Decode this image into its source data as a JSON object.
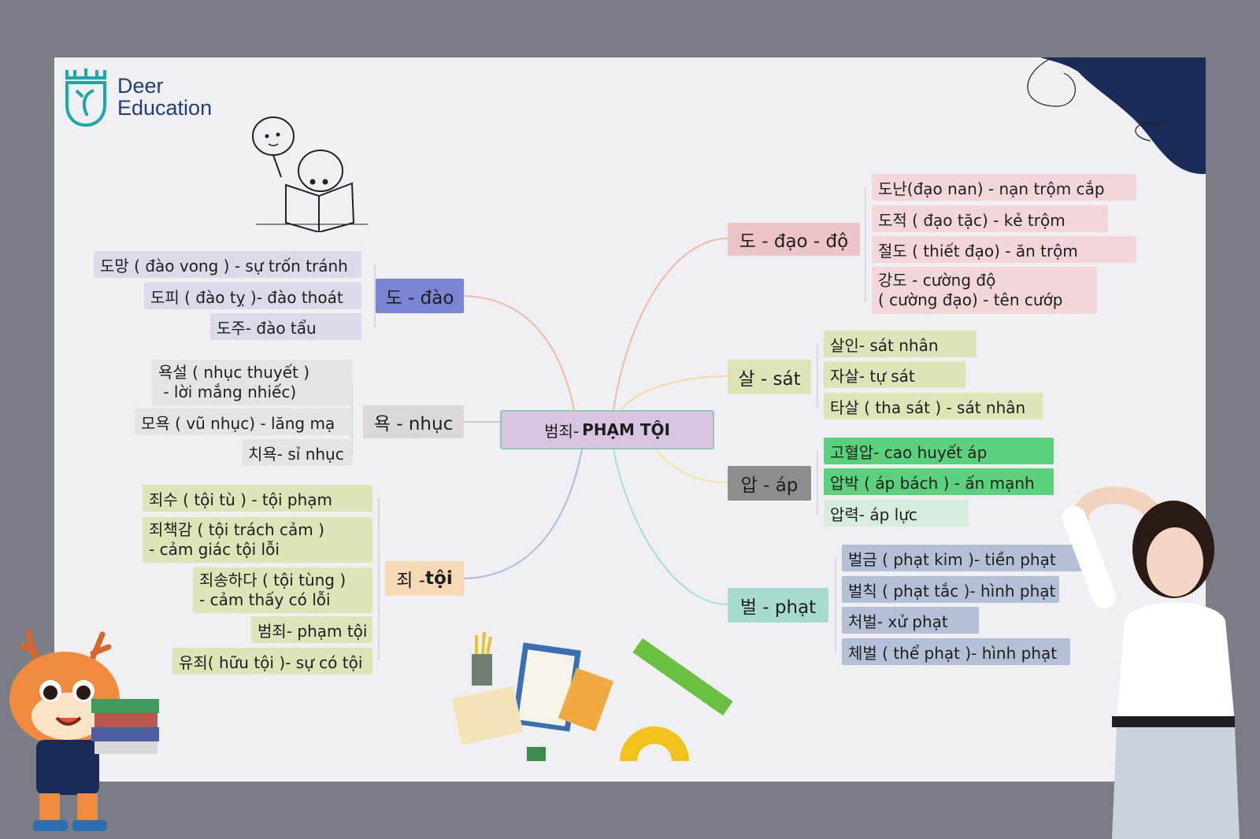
{
  "brand": {
    "line1": "Deer",
    "line2": "Education"
  },
  "center": {
    "korean": "범죄-",
    "viet": "PHẠM TỘI"
  },
  "colors": {
    "dao": "#7c84d4",
    "nhuc": "#dcd6dd",
    "toi": "#f7d9b6",
    "do": "#ecc4c8",
    "sat": "#dde4b8",
    "ap": "#8d8d8d",
    "phat": "#a7dbcf",
    "leaf_green": "#5bd07d",
    "leaf_blue": "#b4c0d6",
    "navy": "#1a2b57"
  },
  "branches": {
    "dao": {
      "label": "도 - đào",
      "items": [
        "도망 ( đào vong ) - sự trốn tránh",
        "도피 ( đào tỵ )- đào thoát",
        "도주- đào tẩu"
      ]
    },
    "nhuc": {
      "label": "욕 -  nhục",
      "items": [
        "욕설 ( nhục thuyết )\n - lời mắng nhiếc)",
        "모욕 ( vũ nhục) - lăng mạ",
        "치욕- sỉ nhục"
      ]
    },
    "toi": {
      "label_ko": "죄 - ",
      "label_vi": "tội",
      "items": [
        "죄수 (  tội tù ) - tội phạm",
        "죄책감 ( tội trách cảm )\n- cảm giác tội lỗi",
        "죄송하다 ( tội tùng )\n- cảm thấy có lỗi",
        "범죄- phạm tội",
        "유죄( hữu tội )- sự có tội"
      ]
    },
    "do": {
      "label": "도 - đạo - độ",
      "items": [
        "도난(đạo nan) - nạn trộm cắp",
        "도적 ( đạo tặc) - kẻ trộm",
        "절도 ( thiết đạo) - ăn trộm",
        "강도 - cường độ\n( cường đạo) - tên cướp"
      ]
    },
    "sat": {
      "label": "살 - sát",
      "items": [
        "살인- sát nhân",
        "자살- tự sát",
        "타살  ( tha sát ) - sát nhân"
      ]
    },
    "ap": {
      "label": "압 - áp",
      "items": [
        "고혈압- cao huyết áp",
        "압박 ( áp bách ) - ấn mạnh",
        "압력- áp lực"
      ]
    },
    "phat": {
      "label": "벌 - phạt",
      "items": [
        "벌금 ( phạt kim )- tiền phạt",
        "벌칙 ( phạt tắc )- hình phạt",
        "처벌- xử phạt",
        "체벌 ( thể phạt )- hình phạt"
      ]
    }
  }
}
